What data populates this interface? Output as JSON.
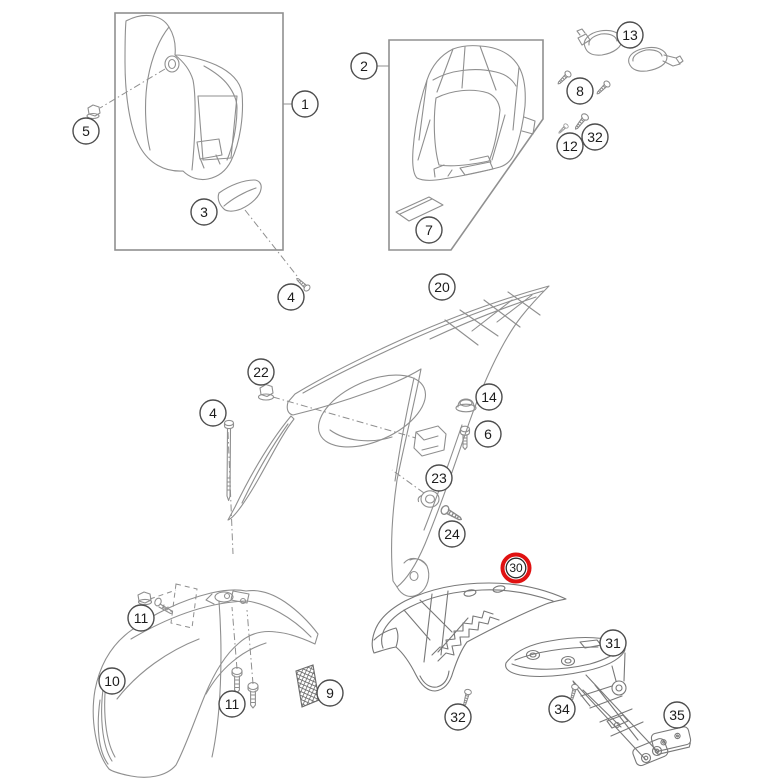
{
  "diagram": {
    "type": "exploded-parts-diagram",
    "background_color": "#ffffff",
    "line_color": "#8f8f8f",
    "detail_line_color": "#787878",
    "callout_stroke_color": "#4d4d4d",
    "callout_text_color": "#1c1c1c",
    "highlight_ring_color": "#e01111",
    "callouts": [
      {
        "label": "1",
        "highlighted": false
      },
      {
        "label": "2",
        "highlighted": false
      },
      {
        "label": "3",
        "highlighted": false
      },
      {
        "label": "4",
        "highlighted": false
      },
      {
        "label": "5",
        "highlighted": false
      },
      {
        "label": "7",
        "highlighted": false
      },
      {
        "label": "8",
        "highlighted": false
      },
      {
        "label": "12",
        "highlighted": false
      },
      {
        "label": "13",
        "highlighted": false
      },
      {
        "label": "32",
        "highlighted": false
      },
      {
        "label": "20",
        "highlighted": false
      },
      {
        "label": "22",
        "highlighted": false
      },
      {
        "label": "14",
        "highlighted": false
      },
      {
        "label": "6",
        "highlighted": false
      },
      {
        "label": "23",
        "highlighted": false
      },
      {
        "label": "24",
        "highlighted": false
      },
      {
        "label": "4",
        "highlighted": false
      },
      {
        "label": "10",
        "highlighted": false
      },
      {
        "label": "11",
        "highlighted": false
      },
      {
        "label": "11",
        "highlighted": false
      },
      {
        "label": "9",
        "highlighted": false
      },
      {
        "label": "30",
        "highlighted": true
      },
      {
        "label": "31",
        "highlighted": false
      },
      {
        "label": "32",
        "highlighted": false
      },
      {
        "label": "34",
        "highlighted": false
      },
      {
        "label": "35",
        "highlighted": false
      }
    ]
  }
}
